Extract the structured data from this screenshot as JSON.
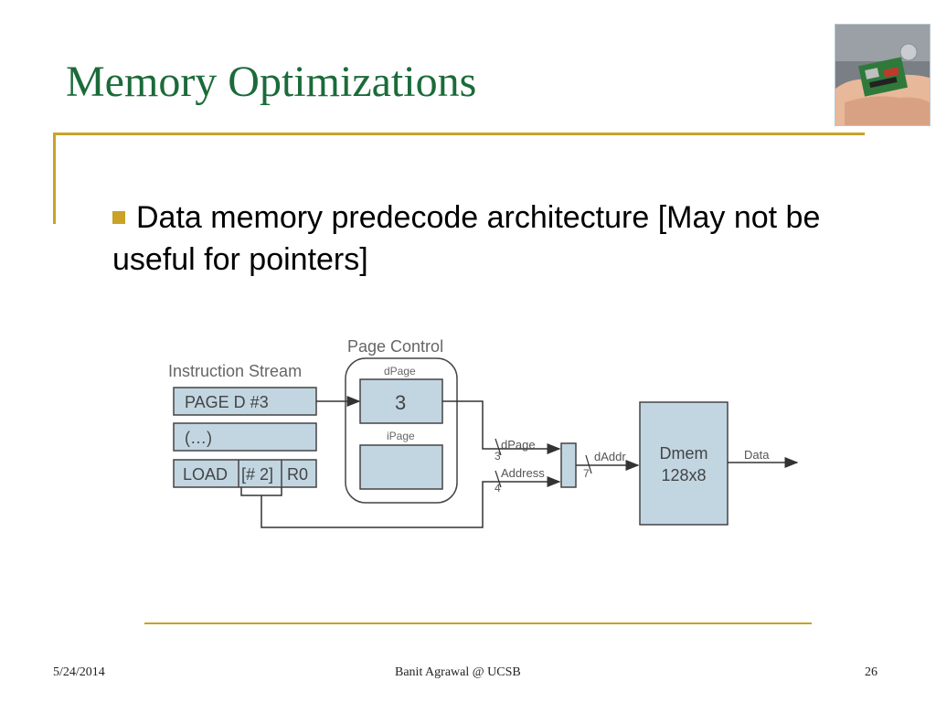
{
  "slide": {
    "title": "Memory Optimizations",
    "bullet": "Data memory predecode architecture [May not be useful for pointers]"
  },
  "diagram": {
    "instruction_stream_label": "Instruction Stream",
    "instr_page": "PAGE D #3",
    "instr_ellipsis": "(…)",
    "instr_load": "LOAD",
    "instr_operand": "[# 2]",
    "instr_reg": "R0",
    "page_control_label": "Page Control",
    "dpage_label": "dPage",
    "dpage_value": "3",
    "ipage_label": "iPage",
    "bus_dpage_label": "dPage",
    "bus_dpage_width": "3",
    "bus_address_label": "Address",
    "bus_address_width": "4",
    "daddr_label": "dAddr",
    "daddr_width": "7",
    "dmem_label": "Dmem",
    "dmem_size": "128x8",
    "data_label": "Data"
  },
  "footer": {
    "date": "5/24/2014",
    "author": "Banit Agrawal @ UCSB",
    "page": "26"
  },
  "colors": {
    "title": "#1b6b3a",
    "accent": "#c9a227",
    "box_fill": "#c2d6e2",
    "box_stroke": "#444444"
  },
  "icons": {
    "photo": "hand-holding-circuit-board-photo"
  }
}
